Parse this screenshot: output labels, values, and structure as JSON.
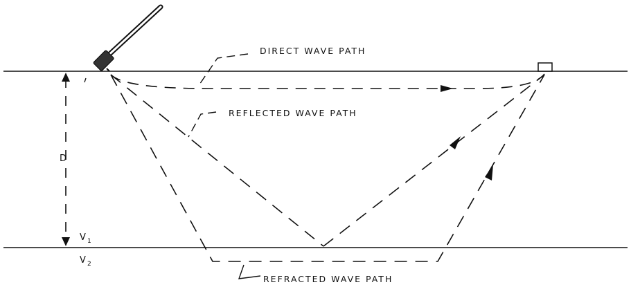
{
  "labels": {
    "direct": "DIRECT WAVE PATH",
    "reflected": "REFLECTED WAVE PATH",
    "refracted": "REFRACTED WAVE PATH",
    "depth": "D",
    "v1": "V",
    "v1_sub": "1",
    "v2": "V",
    "v2_sub": "2"
  },
  "colors": {
    "ink": "#111111",
    "background": "#ffffff"
  },
  "icons": {
    "source": "sledgehammer-icon",
    "receiver": "geophone-icon"
  }
}
